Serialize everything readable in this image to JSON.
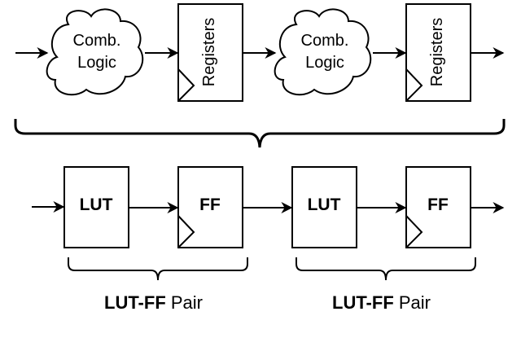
{
  "pipeline": {
    "stage1_logic": {
      "line1": "Comb.",
      "line2": "Logic"
    },
    "stage1_register": "Registers",
    "stage2_logic": {
      "line1": "Comb.",
      "line2": "Logic"
    },
    "stage2_register": "Registers"
  },
  "fabric": {
    "lut1": "LUT",
    "ff1": "FF",
    "lut2": "LUT",
    "ff2": "FF"
  },
  "pairs": [
    {
      "bold": "LUT-FF",
      "rest": " Pair"
    },
    {
      "bold": "LUT-FF",
      "rest": " Pair"
    }
  ]
}
